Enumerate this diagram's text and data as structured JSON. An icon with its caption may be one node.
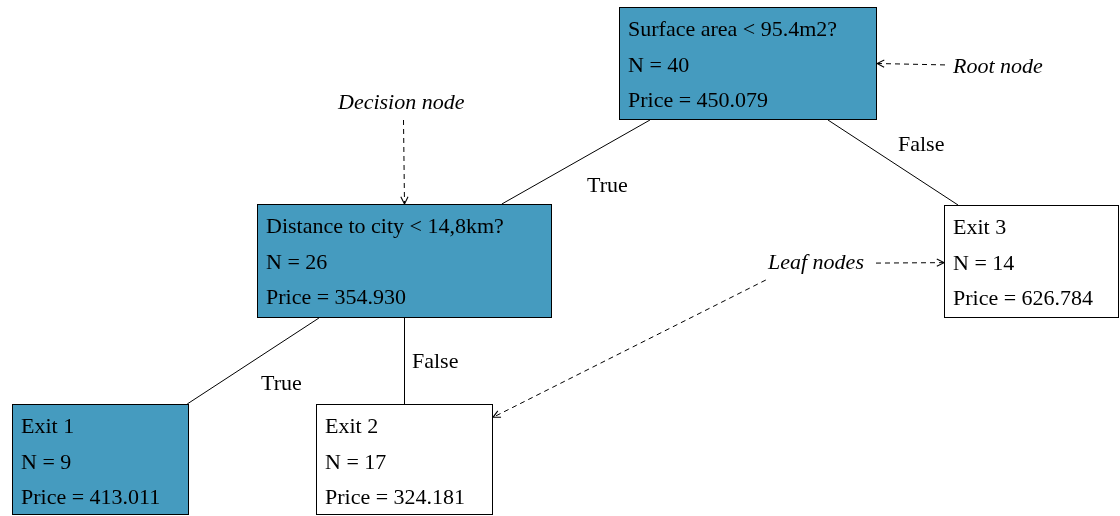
{
  "diagram": {
    "nodes": [
      {
        "text": [
          "Surface area < 95.4m2?",
          "N = 40",
          "Price = 450.079"
        ]
      },
      {
        "text": [
          "Distance to city < 14,8km?",
          "N = 26",
          "Price = 354.930"
        ]
      },
      {
        "text": [
          "Exit 3",
          "N = 14",
          "Price = 626.784"
        ]
      },
      {
        "text": [
          "Exit 1",
          "N = 9",
          "Price = 413.011"
        ]
      },
      {
        "text": [
          "Exit 2",
          "N = 17",
          "Price = 324.181"
        ]
      },
      {
        "text": [
          "Root node"
        ]
      },
      {
        "text": [
          "Decision node"
        ]
      },
      {
        "text": [
          "Leaf nodes"
        ]
      }
    ],
    "edges": [
      {
        "from": 0,
        "to": 1,
        "arrow": "none",
        "label": "True"
      },
      {
        "from": 0,
        "to": 2,
        "arrow": "none",
        "label": "False"
      },
      {
        "from": 1,
        "to": 3,
        "arrow": "none",
        "label": "True"
      },
      {
        "from": 1,
        "to": 4,
        "arrow": "none",
        "label": "False"
      },
      {
        "from": 5,
        "to": 0,
        "arrow": "to",
        "style": "dashed"
      },
      {
        "from": 6,
        "to": 1,
        "arrow": "to",
        "style": "dashed"
      },
      {
        "from": 7,
        "to": 2,
        "arrow": "to",
        "style": "dashed"
      },
      {
        "from": 7,
        "to": 4,
        "arrow": "to",
        "style": "dashed"
      }
    ]
  }
}
